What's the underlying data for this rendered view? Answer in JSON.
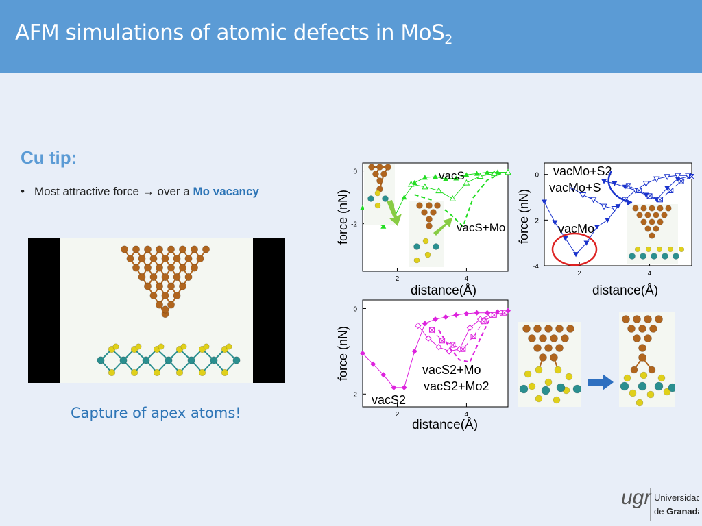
{
  "slide": {
    "title": "AFM simulations of atomic defects in MoS",
    "title_sub": "2",
    "heading": "Cu tip:",
    "bullet": {
      "text_before": "Most attractive force",
      "arrow": "arrow-right-icon",
      "text_mid": "over a",
      "highlight": "Mo vacancy"
    },
    "caption": "Capture of apex atoms!"
  },
  "logo": {
    "mark": "ugr",
    "line1": "Universidad",
    "line2_prefix": "de",
    "line2_name": "Granada"
  },
  "colors": {
    "header": "#5b9bd5",
    "background": "#e8eef8",
    "copper": "#b0651e",
    "molybdenum": "#2a8f8f",
    "sulfur": "#e0d01a",
    "green_series": "#22dd22",
    "blue_series": "#1a33cc",
    "magenta_series": "#dd22dd",
    "highlight_circle": "#dd2222"
  },
  "chart_data": [
    {
      "type": "line",
      "xlabel": "distance(Å)",
      "ylabel": "force (nN)",
      "xticks": [
        2,
        4
      ],
      "yticks": [
        0,
        -2
      ],
      "xlim": [
        1,
        5.2
      ],
      "ylim": [
        -3.8,
        0.3
      ],
      "series": [
        {
          "name": "vacS",
          "marker": "filled-triangle",
          "x": [
            1.0,
            1.3,
            1.6,
            1.9,
            2.2,
            2.5,
            2.8,
            3.1,
            3.4,
            3.7,
            4.0,
            4.3,
            4.6,
            4.9,
            5.2
          ],
          "y": [
            -1.4,
            -1.9,
            -2.1,
            -1.8,
            -1.0,
            -0.45,
            -0.25,
            -0.22,
            -0.3,
            -0.28,
            -0.15,
            -0.1,
            -0.05,
            -0.05,
            -0.05
          ]
        },
        {
          "name": "vacS+Mo",
          "marker": "open-triangle",
          "x": [
            2.4,
            2.8,
            3.2,
            3.6,
            4.0,
            4.4,
            4.8,
            5.2
          ],
          "y": [
            -0.5,
            -0.6,
            -0.75,
            -1.05,
            -0.45,
            -0.2,
            -0.1,
            -0.05
          ]
        },
        {
          "name": "",
          "marker": "dashed",
          "x": [
            2.5,
            3.0,
            3.5,
            3.9,
            4.2,
            4.6,
            5.0
          ],
          "y": [
            -0.9,
            -1.1,
            -1.6,
            -2.1,
            -1.0,
            -0.35,
            -0.1
          ]
        }
      ]
    },
    {
      "type": "line",
      "xlabel": "distance(Å)",
      "ylabel": "force (nN)",
      "xticks": [
        2,
        4
      ],
      "yticks": [
        0,
        -2,
        -4
      ],
      "xlim": [
        1,
        5.2
      ],
      "ylim": [
        -4,
        0.5
      ],
      "series": [
        {
          "name": "vacMo+S2",
          "marker": "filled-triangle-down",
          "x": [
            2.7,
            3.0,
            3.3,
            3.6,
            3.9,
            4.2,
            4.5,
            4.8,
            5.1
          ],
          "y": [
            -0.3,
            -0.4,
            -0.55,
            -0.7,
            -0.9,
            -1.1,
            -0.6,
            -0.2,
            -0.1
          ]
        },
        {
          "name": "vacMo+S",
          "marker": "open-triangle-down",
          "x": [
            1.8,
            2.1,
            2.4,
            2.7,
            3.0,
            3.3,
            3.6,
            3.9,
            4.2,
            4.5,
            4.8,
            5.1
          ],
          "y": [
            -0.6,
            -0.9,
            -1.1,
            -1.4,
            -1.5,
            -1.1,
            -0.7,
            -0.4,
            -0.2,
            -0.1,
            -0.05,
            -0.05
          ]
        },
        {
          "name": "vacMo",
          "marker": "filled-triangle-down",
          "x": [
            1.0,
            1.3,
            1.6,
            1.9,
            2.2,
            2.5,
            2.8,
            3.1
          ],
          "y": [
            -1.2,
            -2.1,
            -2.8,
            -3.5,
            -3.0,
            -2.3,
            -2.0,
            -1.4
          ]
        },
        {
          "name": "",
          "marker": "crossed",
          "x": [
            3.4,
            3.7,
            4.0,
            4.3,
            4.6,
            4.9,
            5.2
          ],
          "y": [
            -0.5,
            -0.7,
            -0.95,
            -1.1,
            -0.7,
            -0.3,
            -0.1
          ]
        }
      ]
    },
    {
      "type": "line",
      "xlabel": "distance(Å)",
      "ylabel": "force (nN)",
      "xticks": [
        2,
        4
      ],
      "yticks": [
        0,
        -2
      ],
      "xlim": [
        1,
        5.2
      ],
      "ylim": [
        -2.3,
        0.2
      ],
      "series": [
        {
          "name": "vacS2",
          "marker": "filled-diamond",
          "x": [
            1.0,
            1.3,
            1.6,
            1.9,
            2.2,
            2.5,
            2.8,
            3.1,
            3.4,
            3.7,
            4.0,
            4.3,
            4.6,
            4.9,
            5.2
          ],
          "y": [
            -1.05,
            -1.3,
            -1.55,
            -1.85,
            -1.85,
            -1.0,
            -0.35,
            -0.25,
            -0.2,
            -0.15,
            -0.12,
            -0.1,
            -0.1,
            -0.08,
            -0.05
          ]
        },
        {
          "name": "vacS2+Mo",
          "marker": "open-diamond",
          "x": [
            2.6,
            2.9,
            3.2,
            3.5,
            3.8,
            4.1,
            4.4,
            4.7,
            5.0
          ],
          "y": [
            -0.4,
            -0.7,
            -0.9,
            -1.0,
            -0.95,
            -0.45,
            -0.25,
            -0.15,
            -0.1
          ]
        },
        {
          "name": "vacS2+Mo2",
          "marker": "crossed",
          "x": [
            3.0,
            3.3,
            3.6,
            3.9,
            4.2,
            4.5,
            4.8,
            5.1
          ],
          "y": [
            -0.5,
            -0.75,
            -0.85,
            -0.95,
            -0.65,
            -0.3,
            -0.15,
            -0.1
          ]
        },
        {
          "name": "",
          "marker": "dashed",
          "x": [
            3.2,
            3.5,
            3.8,
            4.1,
            4.4,
            4.7
          ],
          "y": [
            -0.5,
            -0.9,
            -1.2,
            -1.25,
            -0.7,
            -0.2
          ]
        }
      ]
    }
  ]
}
